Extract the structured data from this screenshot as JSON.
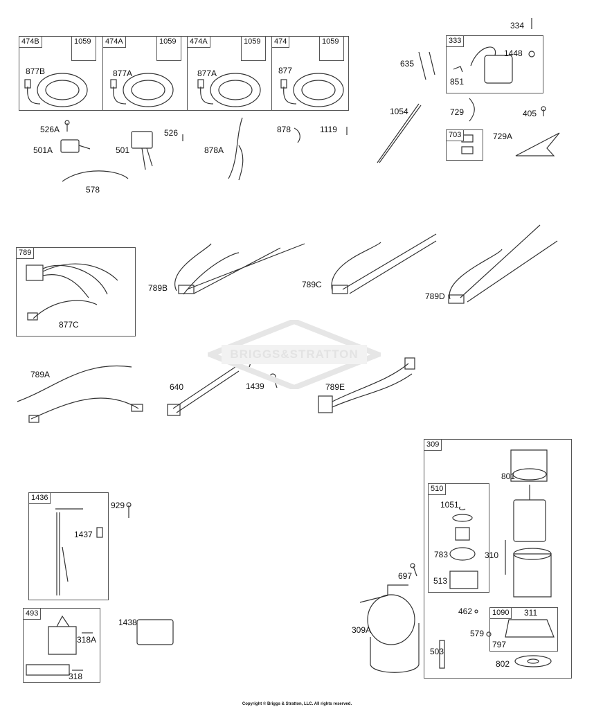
{
  "watermark": "BRIGGS&STRATTON",
  "copyright": "Copyright © Briggs & Stratton, LLC. All rights reserved.",
  "callouts": {
    "b474B": "474B",
    "b1059a": "1059",
    "l877B": "877B",
    "b474A1": "474A",
    "b1059b": "1059",
    "l877A1": "877A",
    "b474A2": "474A",
    "b1059c": "1059",
    "l877A2": "877A",
    "b474": "474",
    "b1059d": "1059",
    "l877": "877",
    "l526A": "526A",
    "l501A": "501A",
    "l578": "578",
    "l501": "501",
    "l526": "526",
    "l878A": "878A",
    "l878": "878",
    "l1119": "1119",
    "l635": "635",
    "l1054": "1054",
    "l334": "334",
    "b333": "333",
    "l1448": "1448",
    "l851": "851",
    "l729": "729",
    "l405": "405",
    "b703": "703",
    "l729A": "729A",
    "b789": "789",
    "l877C": "877C",
    "l789B": "789B",
    "l789C": "789C",
    "l789D": "789D",
    "l789A": "789A",
    "l640": "640",
    "l1439": "1439",
    "l789E": "789E",
    "b1436": "1436",
    "l929": "929",
    "l1437": "1437",
    "b493": "493",
    "l318A": "318A",
    "l318": "318",
    "l1438": "1438",
    "l697": "697",
    "l309A": "309A",
    "b309": "309",
    "l801": "801",
    "b510": "510",
    "l1051": "1051",
    "l783": "783",
    "l513": "513",
    "l310": "310",
    "l462": "462",
    "b1090": "1090",
    "l311": "311",
    "l579": "579",
    "l797": "797",
    "l503": "503",
    "l802": "802"
  }
}
